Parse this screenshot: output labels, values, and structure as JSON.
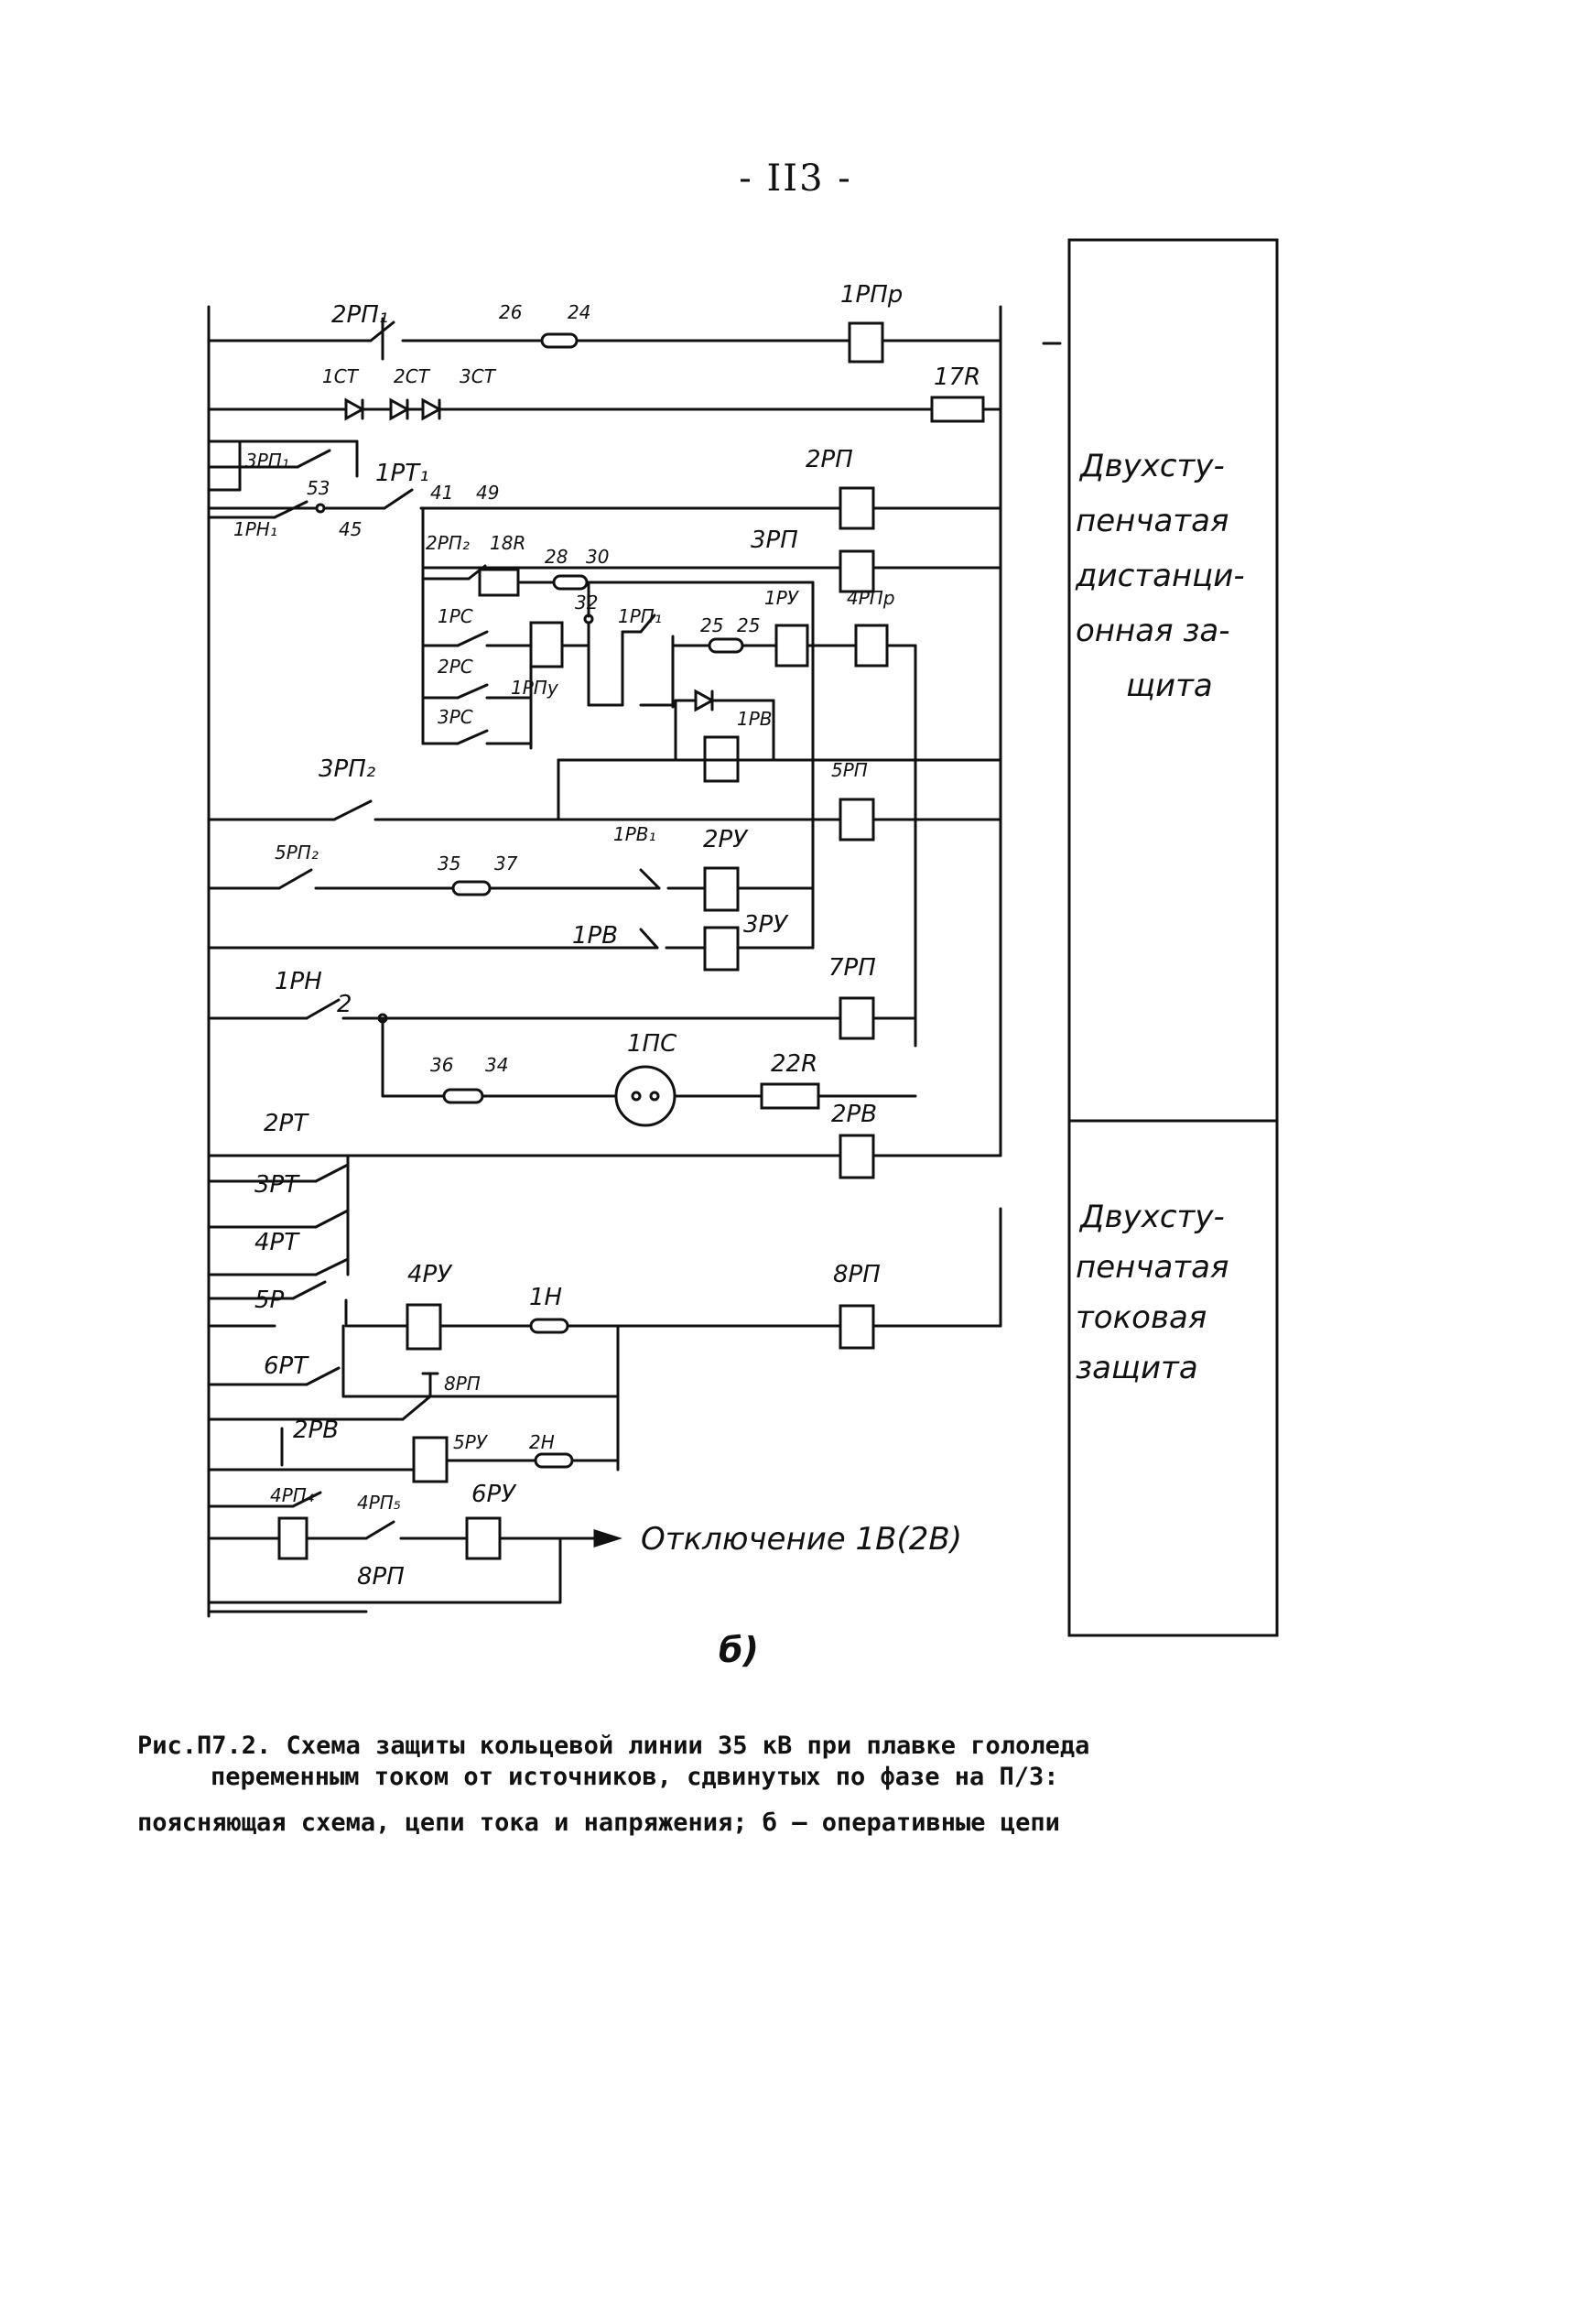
{
  "page": {
    "number": "- II3 -"
  },
  "relays": {
    "rp2_1": "2РП₁",
    "num26": "26",
    "num24": "24",
    "rp1p": "1РПр",
    "ct1": "1СТ",
    "ct2": "2СТ",
    "ct3": "3СТ",
    "r17": "17R",
    "rp3_1": "3РП₁",
    "n53": "53",
    "rt1_1": "1РТ₁",
    "n41": "41",
    "n49": "49",
    "rp2": "2РП",
    "rn1_1": "1РН₁",
    "n45": "45",
    "rp3": "3РП",
    "rp2_2": "2РП₂",
    "r18": "18R",
    "n28": "28",
    "n30": "30",
    "n32": "32",
    "ru1": "1РУ",
    "rp4p": "4РПр",
    "rs1": "1РС",
    "rp1_1": "1РП₁",
    "n25a": "25",
    "n25b": "25",
    "rs2": "2РС",
    "rpu1": "1РПу",
    "rs3": "3РС",
    "rv1": "1РВ",
    "rp3_2": "3РП₂",
    "rp5": "5РП",
    "rp5_2": "5РП₂",
    "n35": "35",
    "n37": "37",
    "rv1_1": "1РВ₁",
    "ru2": "2РУ",
    "rv1b": "1РВ",
    "ru3": "3РУ",
    "rn1_2": "1РН",
    "n2": "2",
    "rp7": "7РП",
    "n36": "36",
    "n34": "34",
    "ps1": "1ПС",
    "r22": "22R",
    "rt2": "2РТ",
    "rv2": "2РВ",
    "rt3": "3РТ",
    "rt4": "4РТ",
    "ru4": "4РУ",
    "h1": "1Н",
    "rp8": "8РП",
    "rt5": "5Р",
    "rt6": "6РТ",
    "rp8b": "8РП",
    "rv2b": "2РВ",
    "ru5": "5РУ",
    "h2": "2Н",
    "rp4_4": "4РП₄",
    "rp4_5": "4РП₅",
    "ru6": "6РУ",
    "rp8c": "8РП"
  },
  "output_label": "Отключение 1В(2В)",
  "sub_label": "б)",
  "side": {
    "block1": [
      "Двухсту-",
      "пенчатая",
      "дистанци-",
      "онная за-",
      "щита"
    ],
    "block2": [
      "Двухсту-",
      "пенчатая",
      "токовая",
      "защита"
    ]
  },
  "caption": {
    "line1": "Рис.П7.2. Схема защиты кольцевой линии 35 кВ при плавке гололеда",
    "line2": "переменным током от источников, сдвинутых по фазе на П/3:",
    "line3": "поясняющая схема, цепи тока и напряжения; б – оперативные цепи"
  }
}
